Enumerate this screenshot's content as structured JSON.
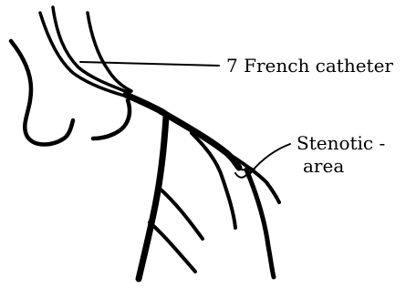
{
  "labels": {
    "catheter": "7 French catheter",
    "stenotic_line1": "Stenotic -",
    "stenotic_line2": "area"
  },
  "colors": {
    "ink": "#000000",
    "background": "#ffffff"
  }
}
